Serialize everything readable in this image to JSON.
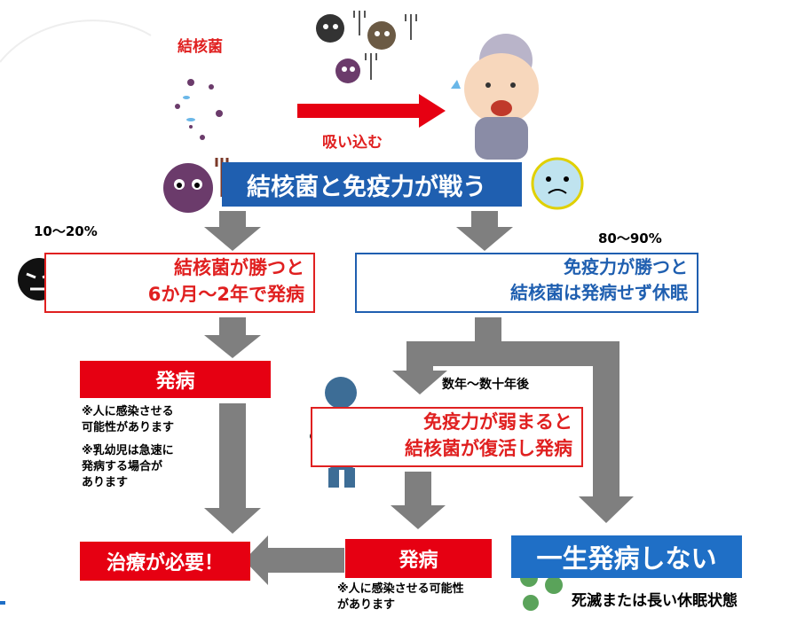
{
  "top": {
    "bacteria_label": "結核菌",
    "inhale_label": "吸い込む"
  },
  "battle_banner": "結核菌と免疫力が戦う",
  "left": {
    "percent": "10〜20%",
    "box_line1": "結核菌が勝つと",
    "box_line2": "6か月〜2年で発病",
    "onset_label": "発病",
    "note1": "※人に感染させる\n可能性があります",
    "note2": "※乳幼児は急速に\n発病する場合が\nあります"
  },
  "right": {
    "percent": "80〜90%",
    "box_line1": "免疫力が勝つと",
    "box_line2": "結核菌は発病せず休眠",
    "years_label": "数年〜数十年後",
    "weak_line1": "免疫力が弱まると",
    "weak_line2": "結核菌が復活し発病",
    "onset_label": "発病",
    "onset_note": "※人に感染させる可能性\nがあります",
    "never_label": "一生発病しない",
    "dormant_label": "死滅または長い休眠状態"
  },
  "treatment_label": "治療が必要！",
  "colors": {
    "red": "#e60012",
    "blue": "#1f5fb0",
    "arrow_gray": "#7f7f7f",
    "germ_purple": "#6b3b6b",
    "immune_cell": "#bfe3ef"
  }
}
